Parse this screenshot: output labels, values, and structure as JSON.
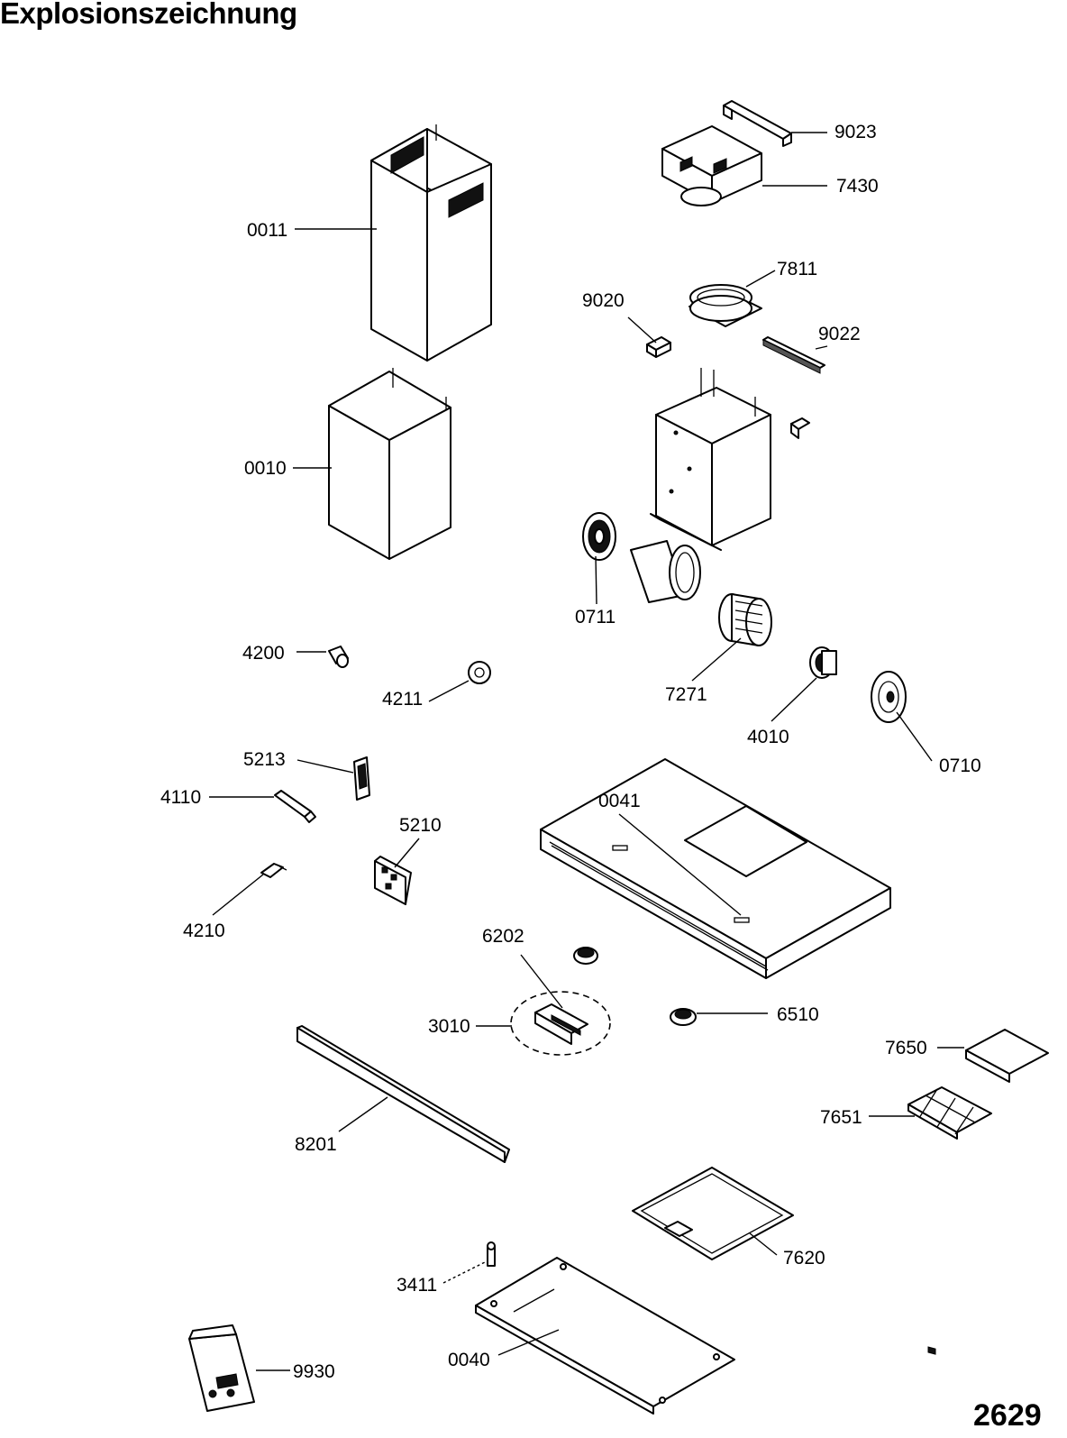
{
  "title": "Explosionszeichnung",
  "page_number": "2629",
  "callouts": {
    "p0011": "0011",
    "p0010": "0010",
    "p9023": "9023",
    "p7430": "7430",
    "p7811": "7811",
    "p9020": "9020",
    "p9022": "9022",
    "p0711": "0711",
    "p7271": "7271",
    "p4010": "4010",
    "p0710": "0710",
    "p4200": "4200",
    "p4211": "4211",
    "p5213": "5213",
    "p4110": "4110",
    "p5210": "5210",
    "p4210": "4210",
    "p0041": "0041",
    "p6202": "6202",
    "p3010": "3010",
    "p6510": "6510",
    "p7650": "7650",
    "p7651": "7651",
    "p8201": "8201",
    "p7620": "7620",
    "p3411": "3411",
    "p0040": "0040",
    "p9930": "9930"
  }
}
